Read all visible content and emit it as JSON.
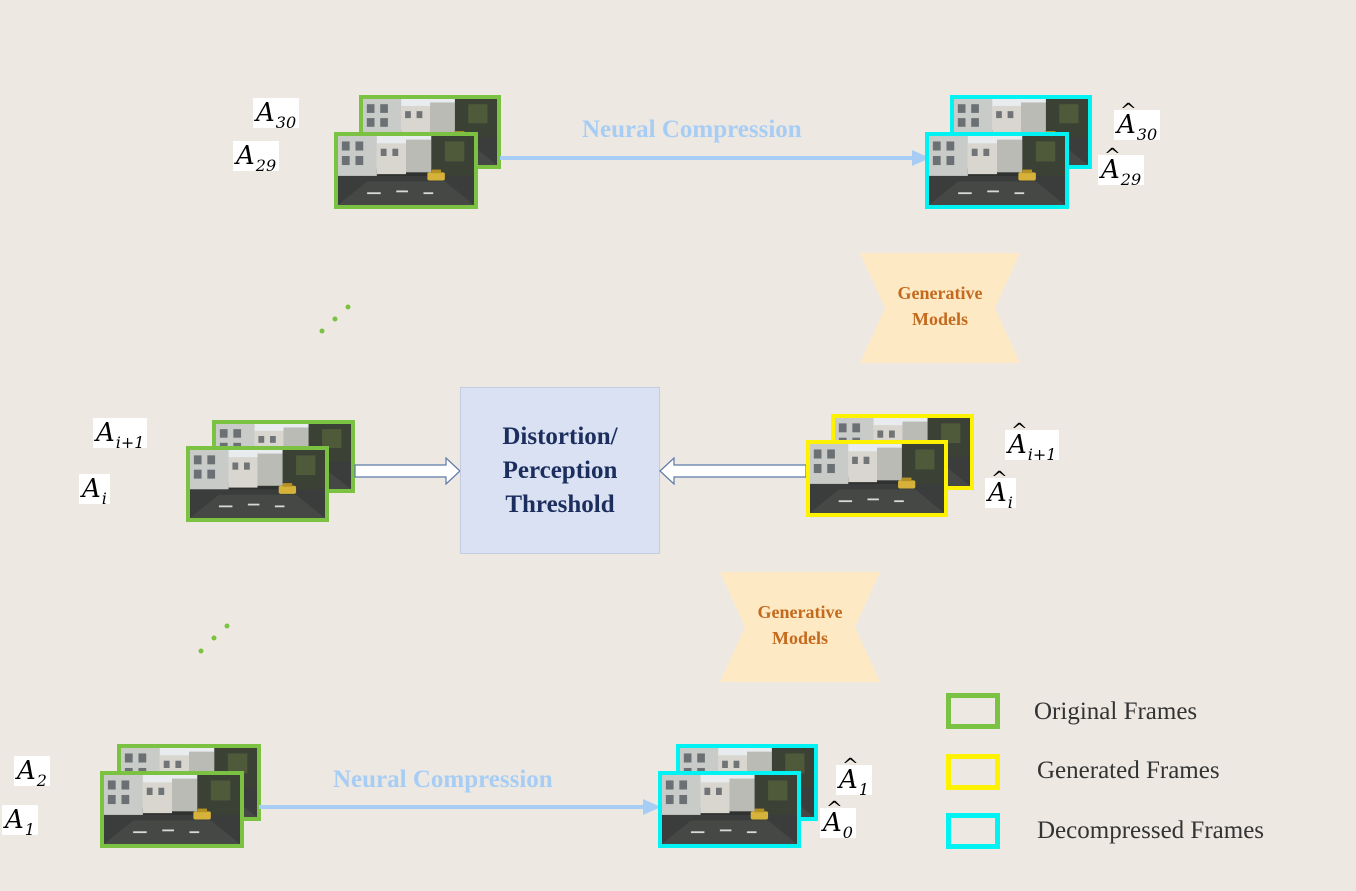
{
  "colors": {
    "original": "#7cc242",
    "generated": "#fff200",
    "decompressed": "#00f2f2",
    "compression_arrow": "#a7cdf5",
    "generative_fill": "#fde9c4",
    "threshold_fill": "#d9e1f2"
  },
  "top": {
    "label_back": {
      "base": "A",
      "sub": "30"
    },
    "label_front": {
      "base": "A",
      "sub": "29"
    },
    "arrow_label": "Neural Compression",
    "out_label_back": {
      "base": "A",
      "sub": "30"
    },
    "out_label_front": {
      "base": "A",
      "sub": "29"
    }
  },
  "generative_upper": {
    "line1": "Generative",
    "line2": "Models"
  },
  "middle": {
    "label_back": {
      "base": "A",
      "sub": "i+1"
    },
    "label_front": {
      "base": "A",
      "sub": "i"
    },
    "threshold": {
      "line1": "Distortion/",
      "line2": "Perception",
      "line3": "Threshold"
    },
    "out_label_back": {
      "base": "A",
      "sub": "i+1"
    },
    "out_label_front": {
      "base": "A",
      "sub": "i"
    }
  },
  "generative_lower": {
    "line1": "Generative",
    "line2": "Models"
  },
  "bottom": {
    "label_back": {
      "base": "A",
      "sub": "2"
    },
    "label_front": {
      "base": "A",
      "sub": "1"
    },
    "arrow_label": "Neural Compression",
    "out_label_back": {
      "base": "A",
      "sub": "1"
    },
    "out_label_front": {
      "base": "A",
      "sub": "0"
    }
  },
  "legend": {
    "original": "Original Frames",
    "generated": "Generated Frames",
    "decompressed": "Decompressed Frames"
  }
}
